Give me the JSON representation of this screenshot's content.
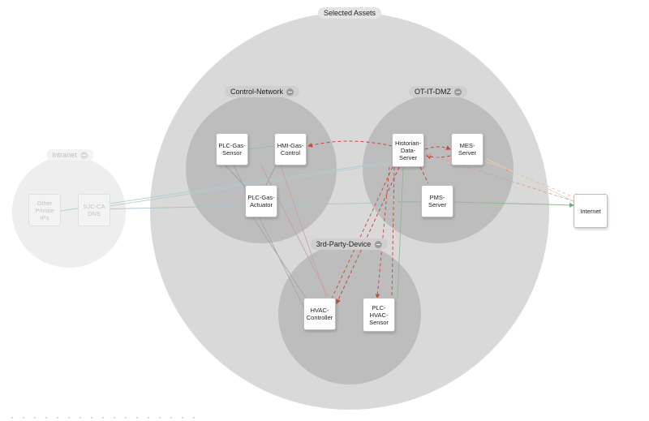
{
  "zones": {
    "selected_assets": {
      "label": "Selected Assets"
    },
    "control_network": {
      "label": "Control-Network"
    },
    "ot_it_dmz": {
      "label": "OT-IT-DMZ"
    },
    "third_party": {
      "label": "3rd-Party-Device"
    },
    "intranet": {
      "label": "Intranet"
    }
  },
  "nodes": {
    "plc_gas_sensor": "PLC-Gas-\nSensor",
    "hmi_gas_control": "HMI-Gas-\nControl",
    "plc_gas_actuator": "PLC-Gas-\nActuator",
    "historian": "Historian-\nData-\nServer",
    "mes_server": "MES-\nServer",
    "pms_server": "PMS-\nServer",
    "hvac_controller": "HVAC-\nController",
    "plc_hvac_sensor": "PLC-\nHVAC-\nSensor",
    "other_private_ips": "Other\nPrivate IPs",
    "sjc_ca_dns": "SJC-CA\nDNS",
    "internet": "Internet"
  },
  "colors": {
    "teal_edge": "#8fb9c2",
    "rose_edge": "#c9a0a0",
    "gray_edge": "#8e9aa0",
    "green_edge": "#94b894",
    "red_dashed": "#c8493f",
    "orange_dashed": "#e0a089"
  },
  "icons": {
    "zone_toggle": "collapse-icon"
  }
}
